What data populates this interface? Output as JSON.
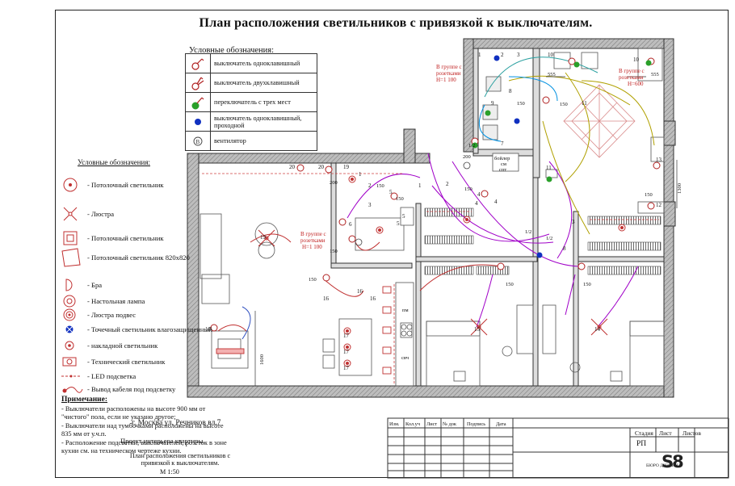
{
  "title": "План расположения светильников с привязкой к выключателям.",
  "legend_top": {
    "heading": "Условные обозначения:",
    "items": [
      {
        "symbol": "single-switch-icon",
        "label": "выключатель одноклавишный"
      },
      {
        "symbol": "double-switch-icon",
        "label": "выключатель двухклавишный"
      },
      {
        "symbol": "three-way-switch-icon",
        "label": "переключатель с трех мест"
      },
      {
        "symbol": "pass-switch-icon",
        "label": "выключатель одноклавишный, проходной"
      },
      {
        "symbol": "fan-icon",
        "label": "вентилятор"
      }
    ]
  },
  "legend_left": {
    "heading": "Условные обозначения:",
    "items": [
      {
        "symbol": "ceiling-light-icon",
        "label": "- Потолочный светильник"
      },
      {
        "symbol": "chandelier-icon",
        "label": "- Люстра"
      },
      {
        "symbol": "square-ceiling-light-icon",
        "label": "- Потолочный светильник"
      },
      {
        "symbol": "large-ceiling-light-icon",
        "label": "- Потолочный светильник 820x820"
      },
      {
        "symbol": "sconce-icon",
        "label": "- Бра"
      },
      {
        "symbol": "table-lamp-icon",
        "label": "- Настольная лампа"
      },
      {
        "symbol": "pendant-chandelier-icon",
        "label": "- Люстра подвес"
      },
      {
        "symbol": "waterproof-spot-icon",
        "label": "- Точечный светильник влагозащищенный"
      },
      {
        "symbol": "surface-light-icon",
        "label": "- накладной светильник"
      },
      {
        "symbol": "technical-light-icon",
        "label": "- Технический светильник"
      },
      {
        "symbol": "led-strip-icon",
        "label": "- LED подсветка"
      },
      {
        "symbol": "cable-outlet-icon",
        "label": "- Вывод кабеля под подсветку"
      }
    ]
  },
  "notes": {
    "heading": "Примечание:",
    "lines": [
      "- Выключатели расположены на высоте 900 мм от \"чистого\" пола, если не указано другое;",
      "- Выключатели над тумбочками расположены на высоте 835 мм от у.ч.п.",
      "- Расположение подсветки, выключателей, розеток в зоне кухни см. на техническом чертеже кухни."
    ]
  },
  "plan_labels": {
    "group_left": [
      "В группе с",
      "розетками",
      "Н=1 100"
    ],
    "group_center": [
      "В группе с",
      "розетками",
      "Н=1 100"
    ],
    "group_right": [
      "В группе с",
      "розетками",
      "Н=600"
    ],
    "boiler": [
      "бойлер",
      "см",
      "спт"
    ],
    "appliances": [
      "пм",
      "свч"
    ],
    "dims": [
      "200",
      "200",
      "150",
      "150",
      "150",
      "150",
      "150",
      "150",
      "150",
      "150",
      "1600",
      "1300",
      "555",
      "555",
      "150",
      "150"
    ],
    "num_labels": [
      "20",
      "20",
      "19",
      "5",
      "5",
      "4",
      "6",
      "1",
      "2",
      "3",
      "19",
      "18",
      "16",
      "16",
      "16",
      "17",
      "17",
      "17",
      "14",
      "15",
      "13",
      "12",
      "11",
      "11",
      "10",
      "10",
      "9",
      "8",
      "7",
      "1/2",
      "1/2",
      "1/2",
      "8",
      "3",
      "1",
      "2",
      "3",
      "1",
      "2",
      "4",
      "4",
      "5"
    ]
  },
  "stamp": {
    "header_cells": [
      "Изм.",
      "Кол.уч",
      "Лист",
      "№ док",
      "Подпись",
      "Дата"
    ],
    "address": "г. Москва ул. Речников вл.7",
    "project": "Проект интерьера квартиры.",
    "sheet_title": [
      "План расположения светильников с",
      "привязкой к выключателям."
    ],
    "scale": "М 1:50",
    "stage_h": "Стадия",
    "list_h": "Лист",
    "lists_h": "Листов",
    "stage_v": "РП",
    "logo_mark": "S8",
    "logo_text": "БЮРО ДИЗАЙНА"
  }
}
